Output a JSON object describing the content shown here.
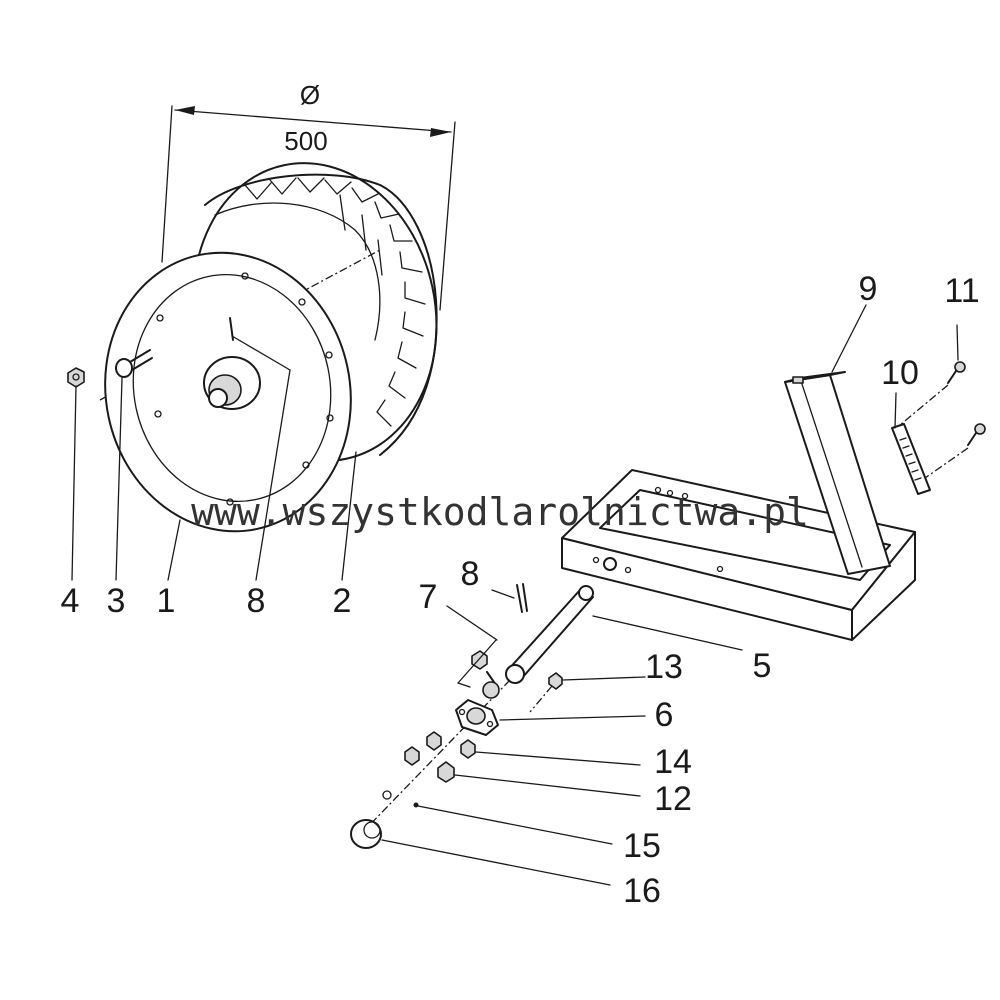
{
  "dimension": {
    "symbol": "Ø",
    "value": "500"
  },
  "watermark": "www.wszystkodlarolnictwa.pl",
  "callouts": {
    "c1": "1",
    "c2": "2",
    "c3": "3",
    "c4": "4",
    "c5": "5",
    "c6": "6",
    "c7": "7",
    "c8a": "8",
    "c8b": "8",
    "c9": "9",
    "c10": "10",
    "c11": "11",
    "c12": "12",
    "c13": "13",
    "c14": "14",
    "c15": "15",
    "c16": "16"
  }
}
